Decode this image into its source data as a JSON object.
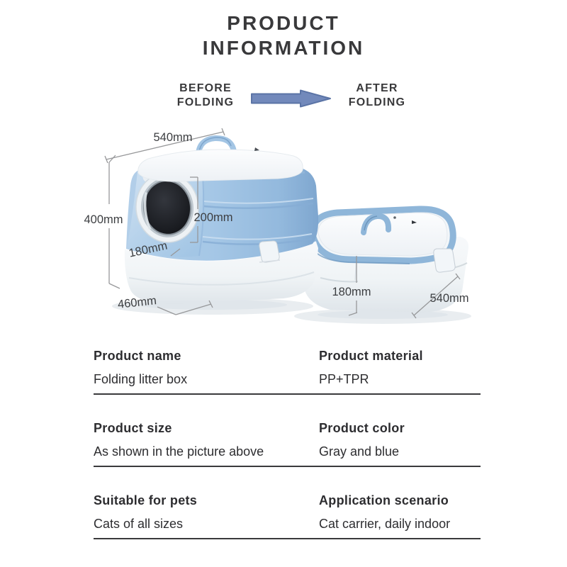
{
  "title": {
    "line1": "PRODUCT",
    "line2": "INFORMATION"
  },
  "folding_flow": {
    "before_line1": "BEFORE",
    "before_line2": "FOLDING",
    "after_line1": "AFTER",
    "after_line2": "FOLDING"
  },
  "diagram": {
    "before": {
      "top_width": "540mm",
      "height": "400mm",
      "door_height": "200mm",
      "base_height": "180mm",
      "depth": "460mm"
    },
    "after": {
      "height": "180mm",
      "width": "540mm"
    }
  },
  "specs": {
    "rows": [
      {
        "left": {
          "label": "Product name",
          "value": "Folding litter box"
        },
        "right": {
          "label": "Product material",
          "value": "PP+TPR"
        }
      },
      {
        "left": {
          "label": "Product size",
          "value": "As shown in the picture above"
        },
        "right": {
          "label": "Product color",
          "value": "Gray and blue"
        }
      },
      {
        "left": {
          "label": "Suitable for pets",
          "value": "Cats of all sizes"
        },
        "right": {
          "label": "Application scenario",
          "value": "Cat carrier, daily indoor"
        }
      }
    ]
  },
  "colors": {
    "product_blue": "#a6c8e6",
    "arrow_fill": "#7289bb",
    "arrow_stroke": "#5b74a6",
    "heading_text": "#39393b",
    "body_text": "#2d2d30",
    "dim_line": "#97989a",
    "dim_text": "#3c3e41"
  }
}
